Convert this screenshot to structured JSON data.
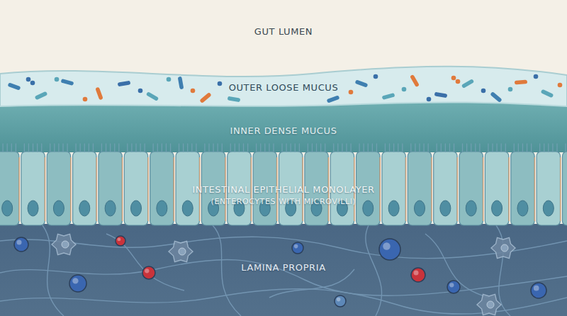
{
  "diagram": {
    "nodes": [
      {
        "text": [
          "GUT LUMEN"
        ]
      },
      {
        "text": [
          "OUTER LOOSE MUCUS"
        ]
      },
      {
        "text": [
          "INNER DENSE MUCUS"
        ]
      },
      {
        "text": [
          "INTESTINAL EPITHELIAL MONOLAYER",
          "(ENTEROCYTES WITH MICROVILLI)"
        ]
      },
      {
        "text": [
          "LAMINA PROPRIA"
        ]
      }
    ]
  }
}
